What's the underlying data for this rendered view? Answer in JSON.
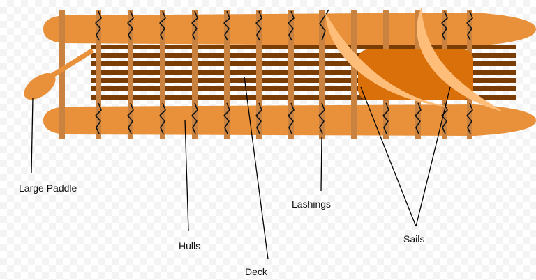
{
  "labels": {
    "paddle": "Large Paddle",
    "hulls": "Hulls",
    "deck": "Deck",
    "lashings": "Lashings",
    "sails": "Sails"
  },
  "colors": {
    "hull": "#e8913a",
    "deck_plank": "#7a3d06",
    "crossbeam": "#c9823f",
    "sail": "#ffbd7a",
    "cabin": "#d9700a",
    "lashing": "#111111",
    "leader": "#000000"
  }
}
